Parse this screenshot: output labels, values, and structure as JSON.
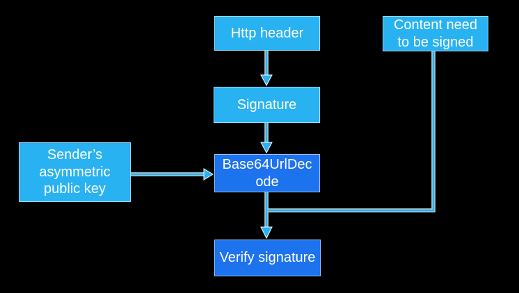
{
  "diagram": {
    "nodes": {
      "http_header": {
        "label": "Http header",
        "style": "light-blue"
      },
      "content_to_sign": {
        "label": "Content need to be signed",
        "style": "light-blue"
      },
      "signature": {
        "label": "Signature",
        "style": "light-blue"
      },
      "sender_public_key": {
        "label": "Sender’s asymmetric public key",
        "style": "light-blue"
      },
      "base64urldecode": {
        "label": "Base64UrlDecode",
        "style": "dark-blue"
      },
      "verify_signature": {
        "label": "Verify signature",
        "style": "dark-blue"
      }
    },
    "edges": [
      {
        "from": "Http header",
        "to": "Signature",
        "type": "arrow-down"
      },
      {
        "from": "Signature",
        "to": "Base64UrlDecode",
        "type": "arrow-down"
      },
      {
        "from": "Sender’s asymmetric public key",
        "to": "Base64UrlDecode",
        "type": "arrow-right"
      },
      {
        "from": "Base64UrlDecode",
        "to": "Verify signature",
        "type": "arrow-down"
      },
      {
        "from": "Content need to be signed",
        "to": "Verify signature",
        "type": "elbow-down-left-merge"
      }
    ],
    "colors": {
      "background": "#000000",
      "node_light_blue": "#29B2F1",
      "node_dark_blue": "#1D73EE",
      "connector_blue": "#29B2F1",
      "connector_casing": "#FFFFFF",
      "text": "#FFFFFF"
    }
  }
}
